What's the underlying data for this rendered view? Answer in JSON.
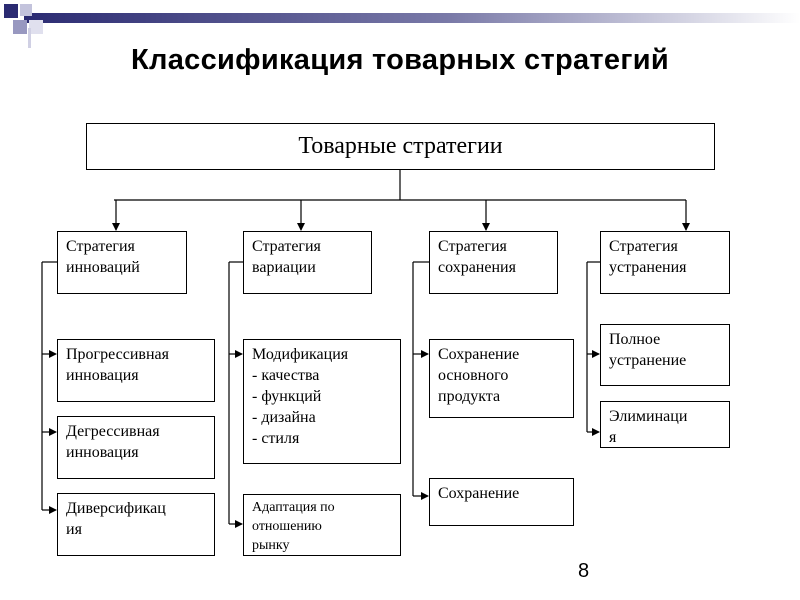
{
  "title": "Классификация товарных стратегий",
  "root": "Товарные стратегии",
  "categories": [
    {
      "label": "Стратегия\nинноваций",
      "items": [
        "Прогрессивная\nинновация",
        "Дегрессивная\nинновация",
        "Диверсификац\nия"
      ]
    },
    {
      "label": "Стратегия\nвариации",
      "items": [
        "Модификация\n- качества\n- функций\n- дизайна\n- стиля",
        "Адаптация по\nотношению\nрынку"
      ]
    },
    {
      "label": "Стратегия\nсохранения",
      "items": [
        "Сохранение\nосновного\nпродукта",
        "Сохранение"
      ]
    },
    {
      "label": "Стратегия\nустранения",
      "items": [
        "Полное\nустранение",
        "Элиминаци\nя"
      ]
    }
  ],
  "page_number": "8",
  "colors": {
    "banner_dark": "#26266e",
    "banner_light": "#b9b9d7",
    "line": "#000000"
  }
}
